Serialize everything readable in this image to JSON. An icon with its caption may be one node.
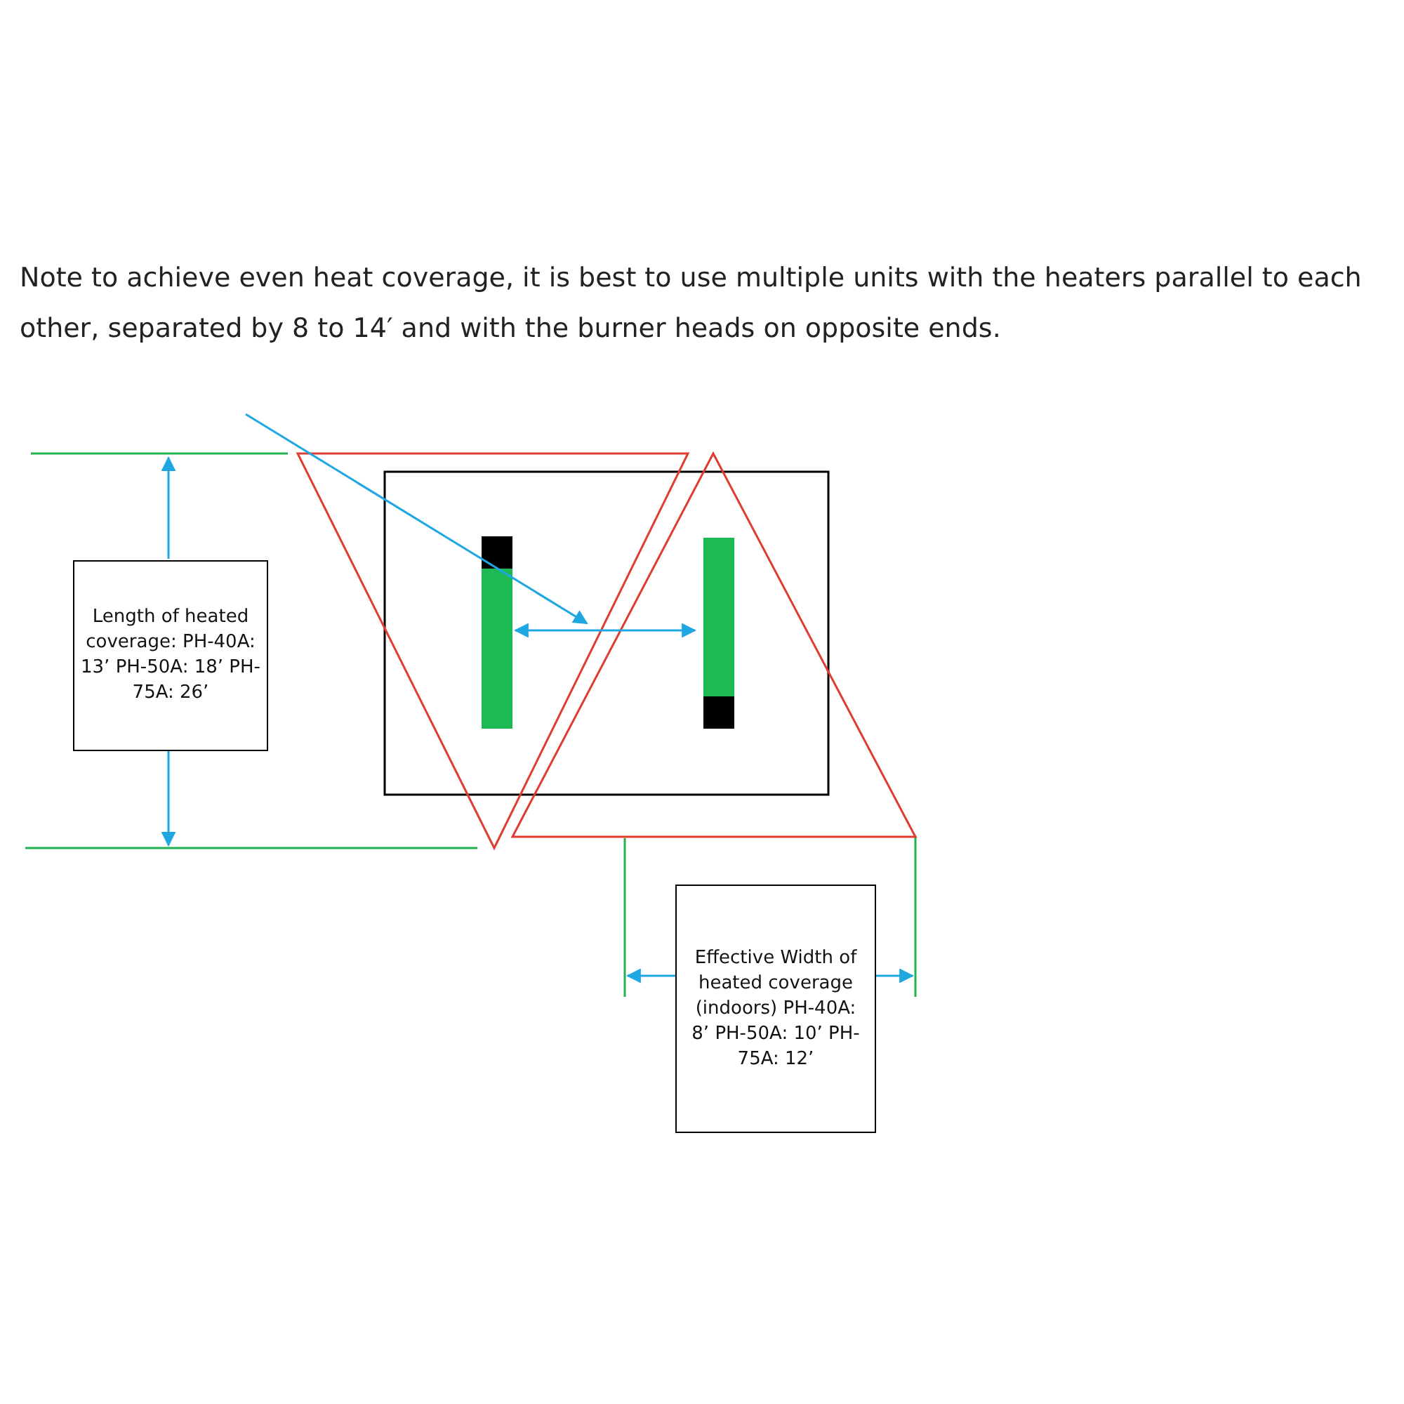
{
  "diagram": {
    "nodes": [
      {
        "text": [
          "Length of heated coverage: PH-40A: 13’ PH-50A: 18’ PH-75A: 26’"
        ]
      },
      {
        "text": [
          "Effective Width of heated coverage (indoors) PH-40A: 8’ PH-50A: 10’ PH-75A: 12’"
        ]
      }
    ],
    "labels": [
      "Note to achieve even heat coverage, it is best to use multiple units with the heaters parallel to each other, separated by 8 to 14′ and with the burner heads on opposite ends."
    ]
  }
}
